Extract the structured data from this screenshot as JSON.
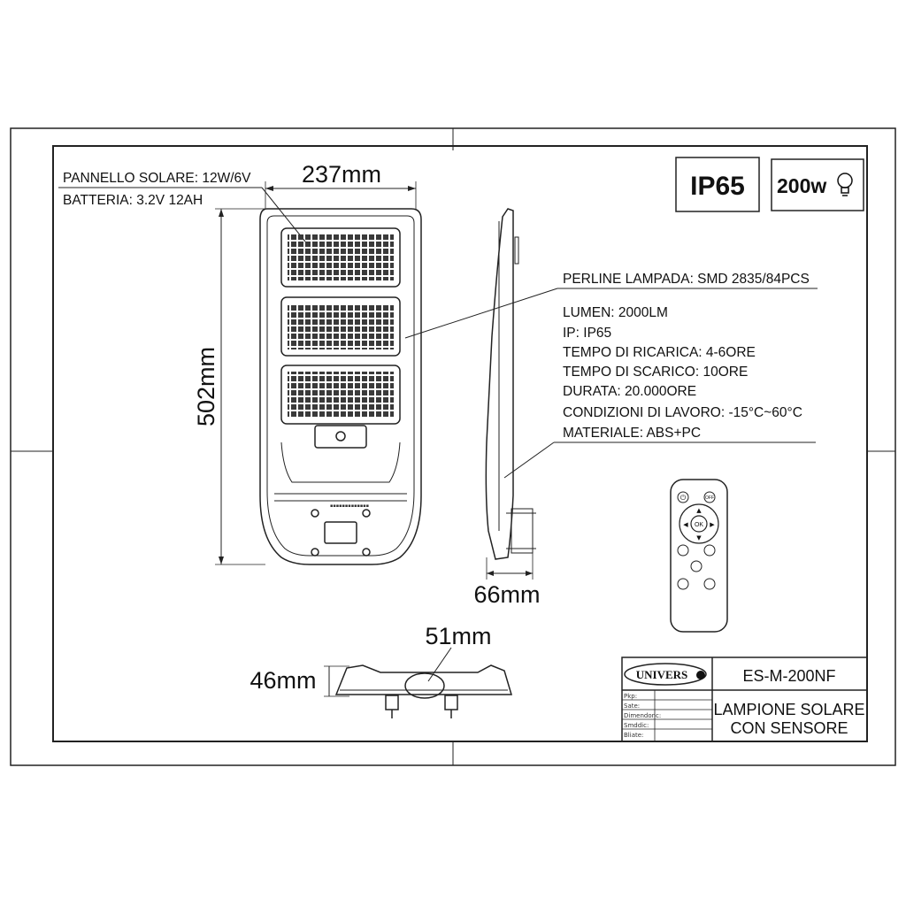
{
  "header": {
    "pannello": "PANNELLO SOLARE: 12W/6V",
    "batteria": "BATTERIA: 3.2V 12AH"
  },
  "badges": {
    "ip": "IP65",
    "power": "200w"
  },
  "dimensions": {
    "width": "237mm",
    "height": "502mm",
    "depth": "66mm",
    "mount_width": "51mm",
    "mount_height": "46mm"
  },
  "specs": {
    "perline": "PERLINE LAMPADA: SMD 2835/84PCS",
    "lines": [
      "LUMEN: 2000LM",
      "IP: IP65",
      "TEMPO DI RICARICA: 4-6ORE",
      "TEMPO DI SCARICO: 10ORE",
      "DURATA: 20.000ORE",
      "CONDIZIONI DI LAVORO: -15°C~60°C",
      "MATERIALE: ABS+PC"
    ]
  },
  "remote": {
    "buttons": [
      "OK",
      "OFF"
    ]
  },
  "title_block": {
    "logo": "UNIVERS",
    "model": "ES-M-200NF",
    "description_line1": "LAMPIONE SOLARE",
    "description_line2": "CON SENSORE",
    "fields": [
      "Pkp:",
      "Sate:",
      "Dimendonc:",
      "Smddic:",
      "Bliate:"
    ]
  }
}
